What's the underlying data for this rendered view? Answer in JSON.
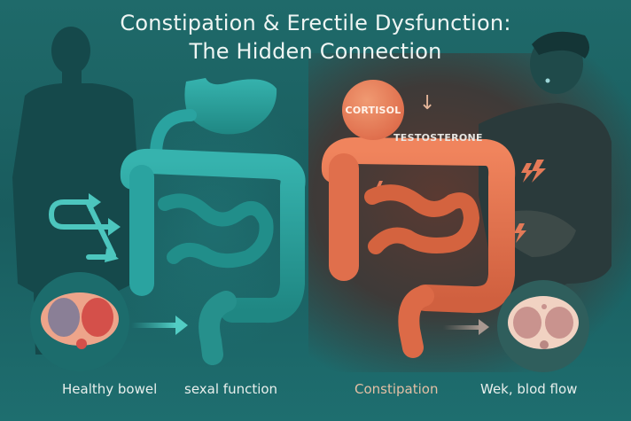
{
  "title": {
    "line1": "Constipation & Erectile Dysfunction:",
    "line2": "The Hidden Connection"
  },
  "left_panel": {
    "figure": "healthy-man-silhouette",
    "organ": "healthy-digestive-tract",
    "color": "#2aa3a0",
    "captions": {
      "bowel": "Healthy bowel",
      "function": "sexal function"
    }
  },
  "right_panel": {
    "figure": "man-holding-stomach-in-pain",
    "organ": "inflamed-digestive-tract",
    "color": "#e06f4c",
    "hormones": {
      "cortisol": "CORTISOL",
      "testosterone": "TESTOSTERONE",
      "arrow": "↓"
    },
    "captions": {
      "condition": "Constipation",
      "blood_flow": "Wek, blod flow"
    }
  },
  "colors": {
    "background": "#1f6a6a",
    "teal_organ": "#2aa3a0",
    "orange_organ": "#e06f4c",
    "title_text": "#eef5f3",
    "constipation_text": "#e3bfa4"
  }
}
